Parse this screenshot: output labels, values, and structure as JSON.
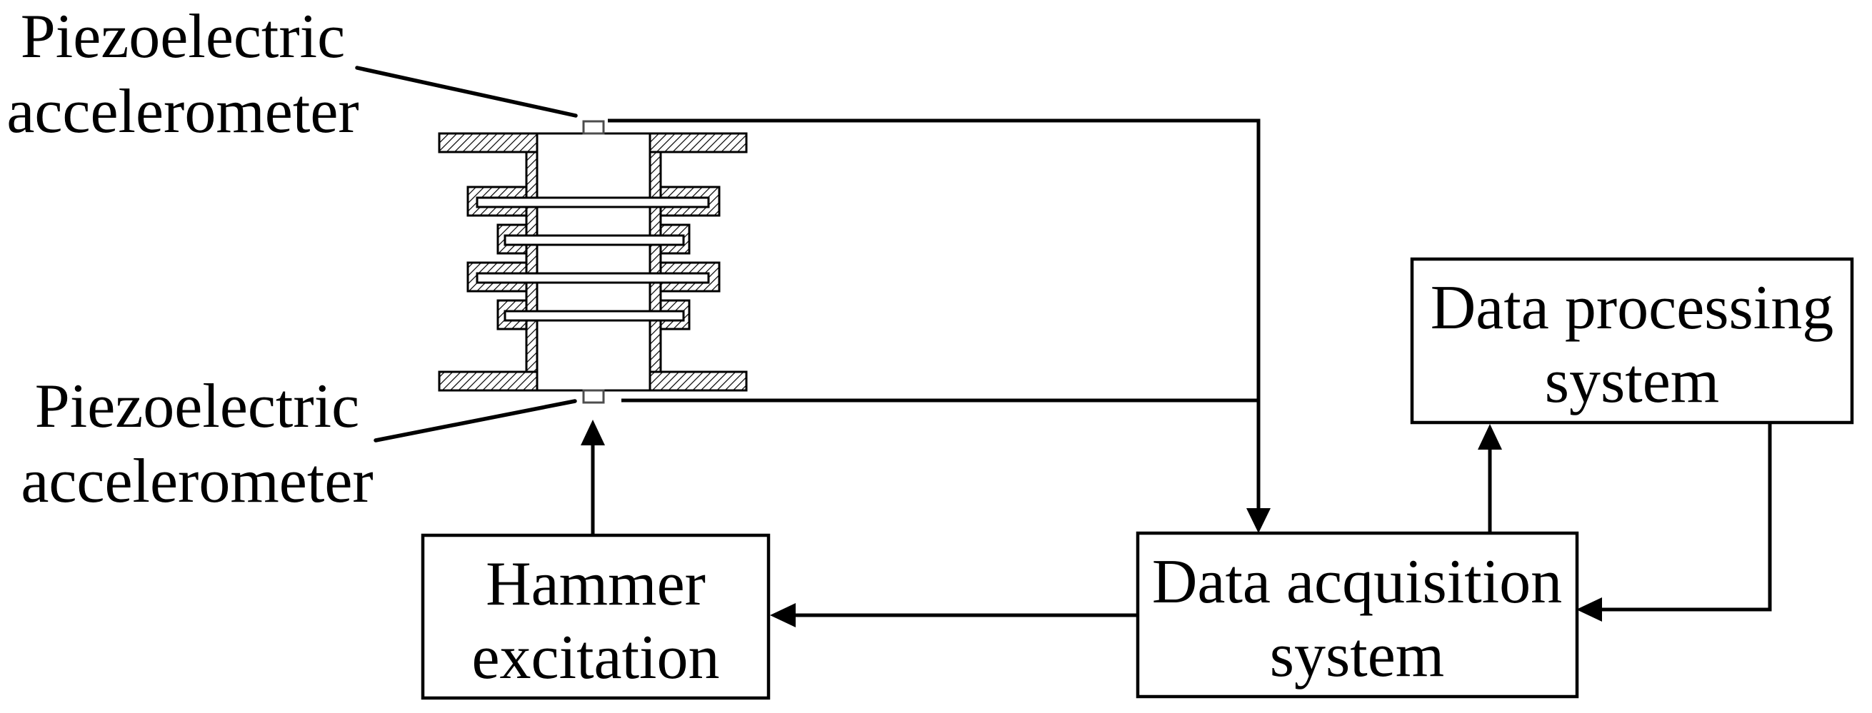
{
  "colors": {
    "ink": "#000000",
    "paper": "#ffffff",
    "sensor_outline": "#4d4d4d"
  },
  "labels": {
    "top_accelerometer": {
      "line1": "Piezoelectric",
      "line2": "accelerometer"
    },
    "bottom_accelerometer": {
      "line1": "Piezoelectric",
      "line2": "accelerometer"
    }
  },
  "boxes": {
    "hammer": {
      "line1": "Hammer",
      "line2": "excitation"
    },
    "acquisition": {
      "line1": "Data acquisition",
      "line2": "system"
    },
    "processing": {
      "line1": "Data processing",
      "line2": "system"
    }
  }
}
